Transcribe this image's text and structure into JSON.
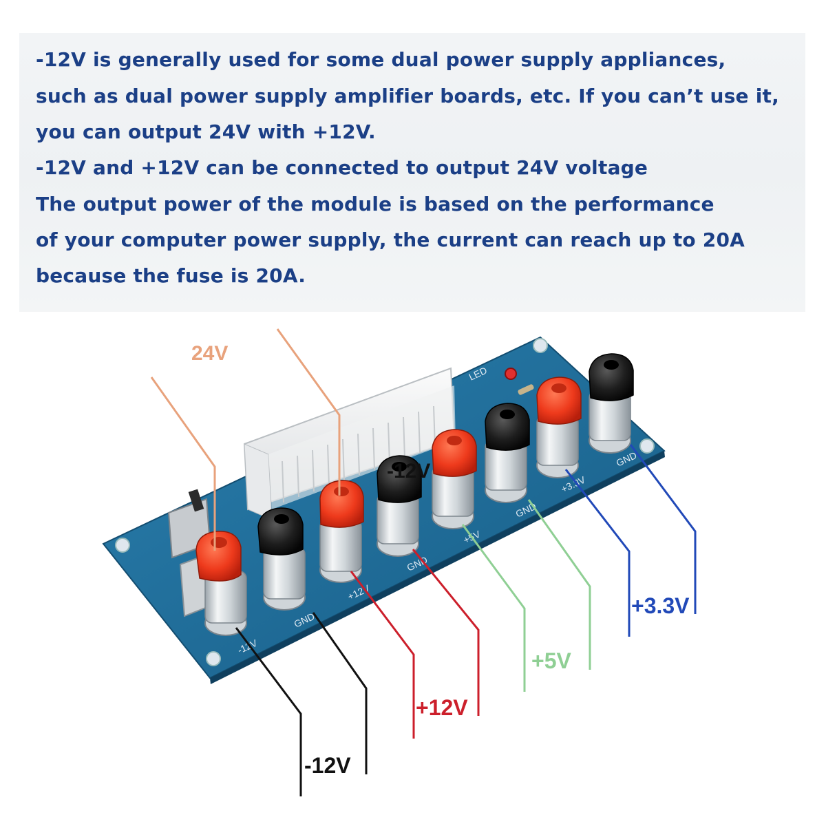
{
  "description_text": {
    "lines": [
      "-12V is generally used for some dual power supply appliances,",
      "such as dual power supply amplifier boards, etc. If you can’t use it,",
      "you can output 24V with +12V.",
      "-12V and +12V can be connected to output 24V voltage",
      "The output power of the module is based on the performance",
      "of your computer power supply, the current can reach up to 20A",
      " because the fuse is 20A."
    ]
  },
  "colors": {
    "text": "#1b3f86",
    "pcb": "#1f6f9c",
    "label_24v": "#e8a27c",
    "label_minus12v": "#111111",
    "label_plus12v": "#cc1f2b",
    "label_plus5v": "#8fcf94",
    "label_plus3v3": "#2149b8"
  },
  "labels": {
    "v24": "24V",
    "minus12_top": "-12V",
    "minus12_bottom": "-12V",
    "plus12": "+12V",
    "plus5": "+5V",
    "plus3v3": "+3.3V"
  },
  "board": {
    "silkscreen": {
      "minus12": "-12V",
      "gnd1": "GND",
      "plus12": "+12V",
      "gnd2": "GND",
      "plus5": "+5V",
      "gnd3": "GND",
      "plus3v3": "+3.3V",
      "gnd4": "GND",
      "led": "LED"
    }
  }
}
